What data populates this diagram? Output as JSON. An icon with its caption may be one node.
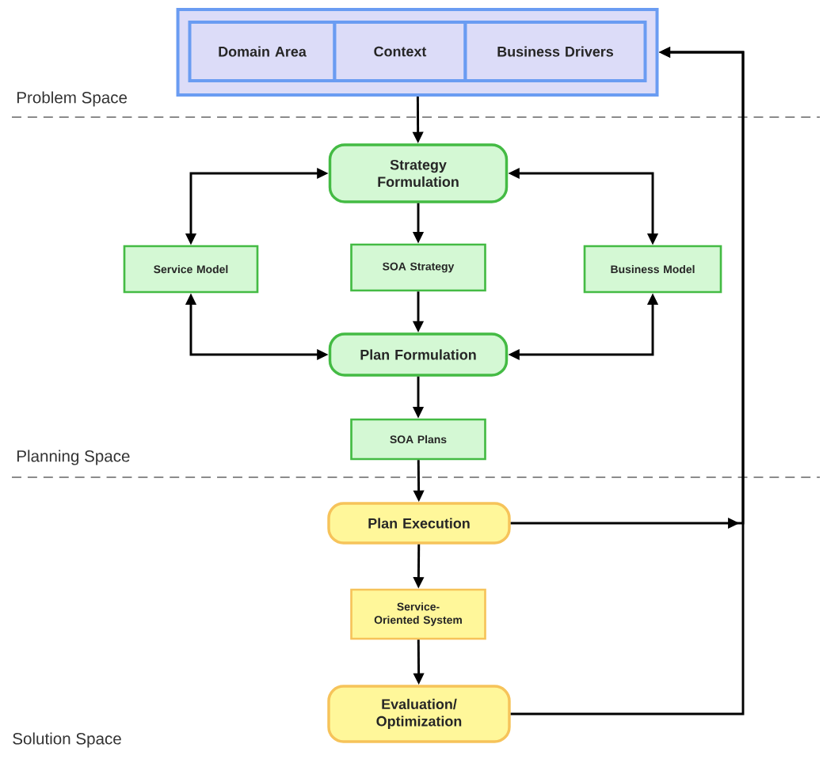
{
  "diagram": {
    "nodes": [
      {
        "text": [],
        "shape": "box"
      },
      {
        "text": [
          "Domain Area"
        ],
        "in": 0
      },
      {
        "text": [
          "Context"
        ],
        "in": 0
      },
      {
        "text": [
          "Business Drivers"
        ],
        "in": 0
      },
      {
        "text": [
          "Strategy Formulation"
        ]
      },
      {
        "text": [
          "Service Model"
        ]
      },
      {
        "text": [
          "SOA Strategy"
        ]
      },
      {
        "text": [
          "Business Model"
        ]
      },
      {
        "text": [
          "Plan Formulation"
        ]
      },
      {
        "text": [
          "SOA Plans"
        ]
      },
      {
        "text": [
          "Plan Execution"
        ]
      },
      {
        "text": [
          "Service-Oriented System"
        ]
      },
      {
        "text": [
          "Evaluation/ Optimization"
        ]
      }
    ],
    "edges": [
      {
        "from": 0,
        "to": 4,
        "arrow": "to"
      },
      {
        "from": 4,
        "to": 5,
        "arrow": "both"
      },
      {
        "from": 4,
        "to": 7,
        "arrow": "both"
      },
      {
        "from": 4,
        "to": 6,
        "arrow": "to"
      },
      {
        "from": 6,
        "to": 8,
        "arrow": "to"
      },
      {
        "from": 5,
        "to": 8,
        "arrow": "both"
      },
      {
        "from": 7,
        "to": 8,
        "arrow": "both"
      },
      {
        "from": 8,
        "to": 9,
        "arrow": "to"
      },
      {
        "from": 9,
        "to": 10,
        "arrow": "to"
      },
      {
        "from": 10,
        "to": 11,
        "arrow": "to"
      },
      {
        "from": 11,
        "to": 12,
        "arrow": "to"
      },
      {
        "from": 12,
        "to": 0,
        "arrow": "to"
      },
      {
        "from": 10,
        "to": 0,
        "arrow": "to"
      }
    ],
    "labels": [
      "Problem Space",
      "Planning Space",
      "Solution Space"
    ]
  }
}
